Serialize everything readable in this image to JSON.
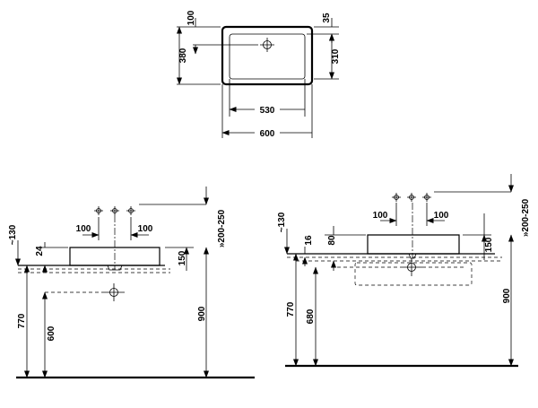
{
  "top_view": {
    "dims": {
      "d100": "100",
      "d35": "35",
      "d380": "380",
      "d310": "310",
      "d530": "530",
      "d600": "600"
    }
  },
  "left_view": {
    "dims": {
      "d130": "~130",
      "d24": "24",
      "d100a": "100",
      "d100b": "100",
      "d150": "150",
      "d200_250": "»200-250",
      "d770": "770",
      "d600": "600",
      "d900": "900"
    }
  },
  "right_view": {
    "dims": {
      "d130": "~130",
      "d16": "16",
      "d80": "80",
      "d100a": "100",
      "d100b": "100",
      "d150": "150",
      "d200_250": "»200-250",
      "d770": "770",
      "d680": "680",
      "d900": "900"
    }
  }
}
